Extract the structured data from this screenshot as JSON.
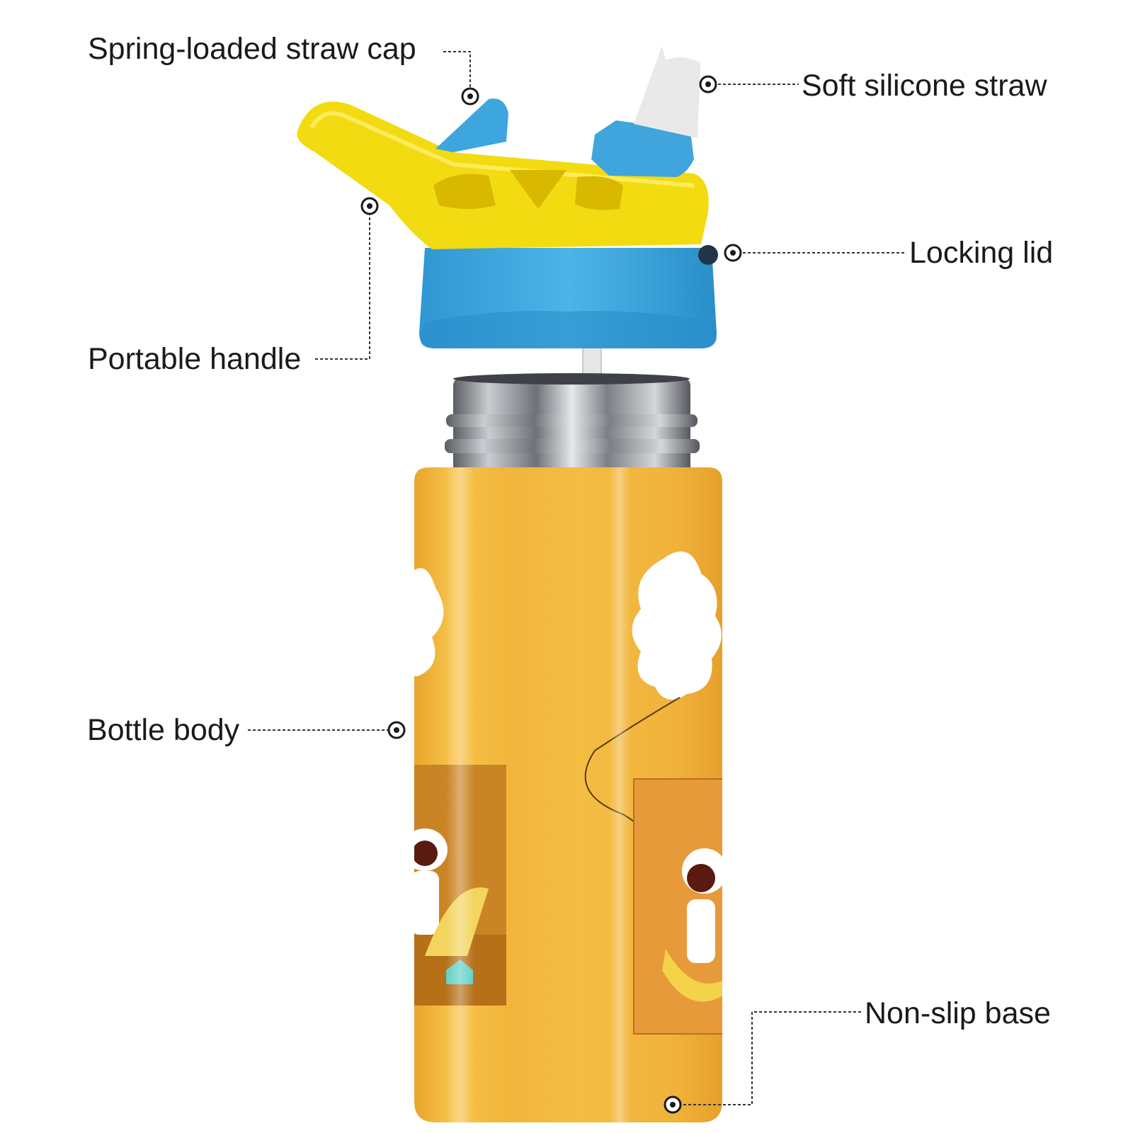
{
  "labels": {
    "cap": "Spring-loaded straw cap",
    "straw": "Soft silicone straw",
    "lid": "Locking lid",
    "handle": "Portable handle",
    "body": "Bottle body",
    "base": "Non-slip base"
  },
  "colors": {
    "lid_yellow": "#F5DD1A",
    "lid_blue": "#3FA9E0",
    "body_orange": "#F2B43A",
    "steel": "#8C9096",
    "straw": "#E8E8E8",
    "leader": "#333333"
  }
}
